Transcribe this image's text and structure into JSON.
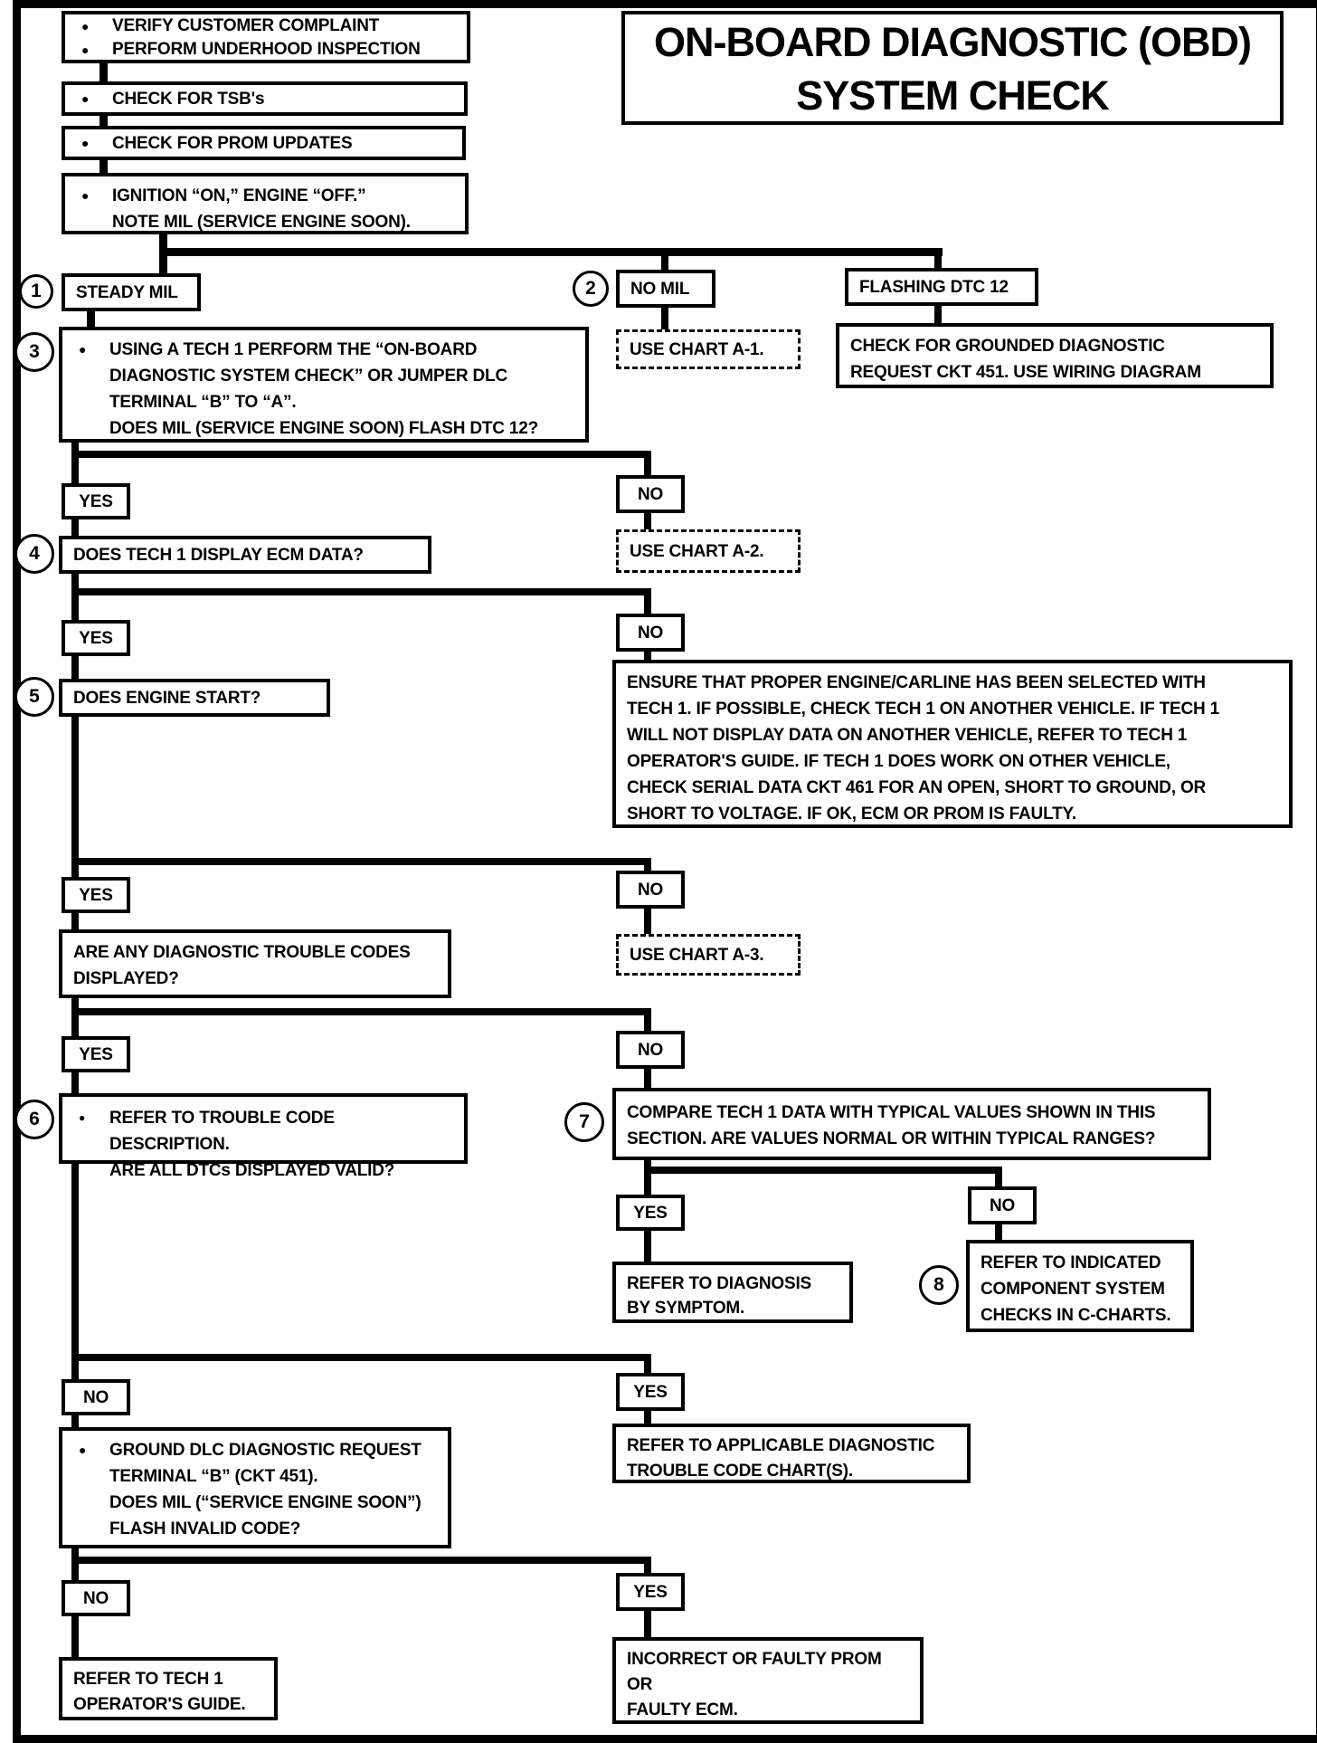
{
  "icons": {
    "bullet": "●"
  },
  "labels": {
    "yes": "YES",
    "no": "NO"
  },
  "steps": {
    "s1": "1",
    "s2": "2",
    "s3": "3",
    "s4": "4",
    "s5": "5",
    "s6": "6",
    "s7": "7",
    "s8": "8"
  },
  "title": [
    "ON-BOARD DIAGNOSTIC (OBD)",
    "SYSTEM CHECK"
  ],
  "prep": {
    "verify": [
      "VERIFY CUSTOMER COMPLAINT",
      "PERFORM UNDERHOOD INSPECTION"
    ],
    "tsb": "CHECK FOR TSB's",
    "prom": "CHECK FOR PROM UPDATES",
    "ignition": [
      "IGNITION “ON,” ENGINE “OFF.”",
      "NOTE MIL (SERVICE ENGINE SOON)."
    ]
  },
  "row1": {
    "steady": "STEADY MIL",
    "no_mil": "NO MIL",
    "flashing": "FLASHING DTC 12"
  },
  "chart_a1": "USE CHART A-1.",
  "grounded": [
    "CHECK FOR GROUNDED DIAGNOSTIC",
    "REQUEST CKT 451.  USE WIRING DIAGRAM"
  ],
  "q3": [
    "USING A TECH 1 PERFORM THE “ON-BOARD",
    "DIAGNOSTIC SYSTEM CHECK” OR JUMPER  DLC",
    "TERMINAL “B” TO “A”.",
    "DOES MIL (SERVICE ENGINE SOON) FLASH DTC 12?"
  ],
  "chart_a2": "USE CHART A-2.",
  "q4": "DOES TECH 1 DISPLAY ECM DATA?",
  "ensure": [
    "ENSURE THAT PROPER ENGINE/CARLINE HAS BEEN SELECTED WITH",
    "TECH 1.  IF POSSIBLE, CHECK TECH 1 ON ANOTHER VEHICLE.  IF TECH 1",
    "WILL NOT DISPLAY DATA ON ANOTHER VEHICLE, REFER TO TECH 1",
    "OPERATOR'S GUIDE.  IF TECH 1 DOES WORK ON OTHER VEHICLE,",
    "CHECK SERIAL DATA CKT 461 FOR AN OPEN, SHORT TO GROUND, OR",
    "SHORT TO VOLTAGE.  IF OK, ECM OR PROM IS FAULTY."
  ],
  "q5": "DOES ENGINE START?",
  "chart_a3": "USE CHART A-3.",
  "q_codes": [
    "ARE ANY DIAGNOSTIC TROUBLE CODES",
    "DISPLAYED?"
  ],
  "q6": [
    "REFER TO TROUBLE CODE DESCRIPTION.",
    "ARE ALL DTCs DISPLAYED VALID?"
  ],
  "q7": [
    "COMPARE TECH 1 DATA WITH TYPICAL VALUES SHOWN IN THIS",
    "SECTION.  ARE VALUES NORMAL OR WITHIN TYPICAL RANGES?"
  ],
  "symptom": [
    "REFER TO  DIAGNOSIS",
    "BY SYMPTOM."
  ],
  "c_charts": [
    "REFER TO INDICATED",
    "COMPONENT SYSTEM",
    "CHECKS IN  C-CHARTS."
  ],
  "ground_dlc": [
    "GROUND DLC DIAGNOSTIC REQUEST",
    "TERMINAL “B” (CKT 451).",
    "DOES MIL (“SERVICE ENGINE SOON”)",
    "FLASH INVALID CODE?"
  ],
  "applicable": [
    "REFER TO APPLICABLE DIAGNOSTIC",
    "TROUBLE CODE CHART(S)."
  ],
  "tech1": [
    "REFER TO TECH 1",
    "OPERATOR'S GUIDE."
  ],
  "faulty": [
    "INCORRECT OR FAULTY PROM",
    "OR",
    "FAULTY ECM."
  ]
}
